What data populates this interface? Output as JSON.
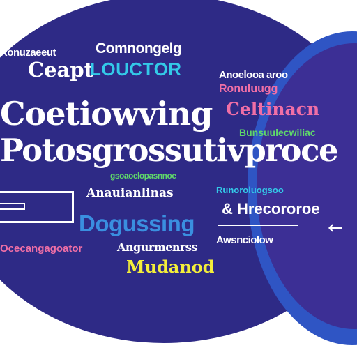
{
  "words": {
    "w01": "Ronuzaeeut",
    "w02": "Comnongelg",
    "w03": "Ceapt",
    "w04": "LOUCTOR",
    "w05": "Anoelooa aroo",
    "w06": "Ronuluugg",
    "w07": "Coetiowving",
    "w08": "Celtinacn",
    "w09": "Potosgrossutivproce",
    "w10": "Bunsuulecwiliac",
    "w11": "gsoaoelopasnnoe",
    "w12": "Anauianlinas",
    "w13": "Runoroluogsoo",
    "w14": "& Hrecororoe",
    "w15": "Dogussing",
    "w16": "Ocecangagoator",
    "w17": "Angurmenrss",
    "w18": "Awsnciolow",
    "w19": "Mudanod"
  },
  "icons": {
    "arrow": "←"
  },
  "colors": {
    "background_circle": "#2e2a86",
    "accent_circle": "#2f55c4",
    "white": "#ffffff",
    "cyan": "#33c9e8",
    "pink": "#f06fa6",
    "green": "#5fd86a",
    "orange": "#f2a23a",
    "yellow": "#f4ee3a",
    "blue": "#3a8fe0"
  }
}
